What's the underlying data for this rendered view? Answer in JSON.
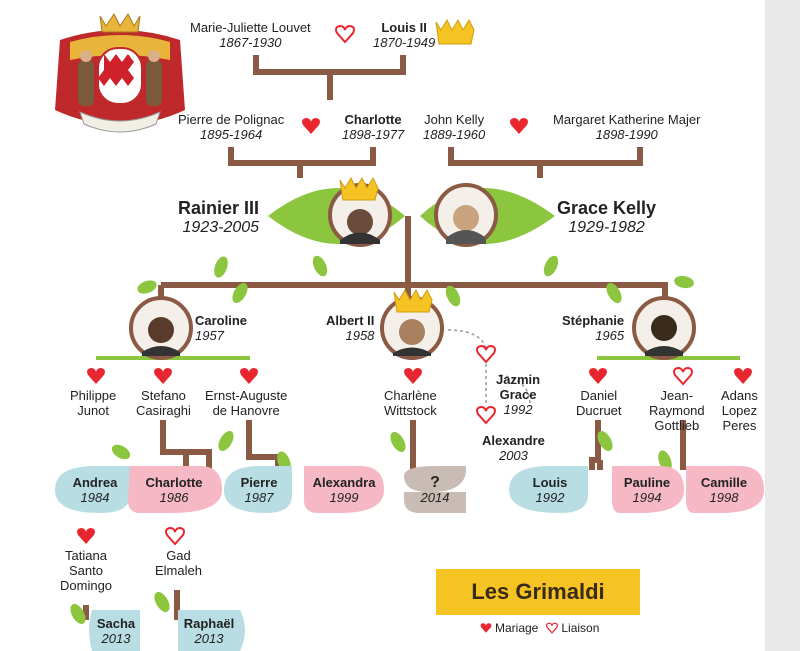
{
  "title": "Les Grimaldi",
  "legend": {
    "marriage": "Mariage",
    "liaison": "Liaison"
  },
  "gen1": {
    "left": {
      "name": "Marie-Juliette Louvet",
      "dates": "1867-1930"
    },
    "right": {
      "name": "Louis II",
      "dates": "1870-1949"
    }
  },
  "gen2": {
    "a": {
      "name": "Pierre de Polignac",
      "dates": "1895-1964"
    },
    "b": {
      "name": "Charlotte",
      "dates": "1898-1977"
    },
    "c": {
      "name": "John Kelly",
      "dates": "1889-1960"
    },
    "d": {
      "name": "Margaret Katherine Majer",
      "dates": "1898-1990"
    }
  },
  "gen3": {
    "rainier": {
      "name": "Rainier III",
      "dates": "1923-2005"
    },
    "grace": {
      "name": "Grace Kelly",
      "dates": "1929-1982"
    }
  },
  "gen4": {
    "caroline": {
      "name": "Caroline",
      "dates": "1957"
    },
    "albert": {
      "name": "Albert II",
      "dates": "1958"
    },
    "stephanie": {
      "name": "Stéphanie",
      "dates": "1965"
    }
  },
  "partners": {
    "philippe": [
      "Philippe",
      "Junot"
    ],
    "stefano": [
      "Stefano",
      "Casiraghi"
    ],
    "ernst": [
      "Ernst-Auguste",
      "de Hanovre"
    ],
    "charlene": [
      "Charlène",
      "Wittstock"
    ],
    "jazmin": {
      "name1": "Jazmin",
      "name2": "Grace",
      "dates": "1992"
    },
    "alexandre": {
      "name": "Alexandre",
      "dates": "2003"
    },
    "daniel": [
      "Daniel",
      "Ducruet"
    ],
    "jean": [
      "Jean-",
      "Raymond",
      "Gottlieb"
    ],
    "adans": [
      "Adans",
      "Lopez",
      "Peres"
    ]
  },
  "gen5": {
    "andrea": {
      "name": "Andrea",
      "dates": "1984"
    },
    "charlotte": {
      "name": "Charlotte",
      "dates": "1986"
    },
    "pierre": {
      "name": "Pierre",
      "dates": "1987"
    },
    "alexandra": {
      "name": "Alexandra",
      "dates": "1999"
    },
    "unknown": {
      "name": "?",
      "dates": "2014"
    },
    "louis": {
      "name": "Louis",
      "dates": "1992"
    },
    "pauline": {
      "name": "Pauline",
      "dates": "1994"
    },
    "camille": {
      "name": "Camille",
      "dates": "1998"
    }
  },
  "gen5partners": {
    "tatiana": [
      "Tatiana",
      "Santo",
      "Domingo"
    ],
    "gad": [
      "Gad",
      "Elmaleh"
    ]
  },
  "gen6": {
    "sacha": {
      "name": "Sacha",
      "dates": "2013"
    },
    "raphael": {
      "name": "Raphaël",
      "dates": "2013"
    }
  },
  "colors": {
    "trunk": "#8a5a44",
    "leaf": "#8cc63f",
    "heart": "#e8262f",
    "blue": "#b8dde3",
    "pink": "#f5b8c4",
    "gray": "#c8bcb4",
    "banner": "#f5c422"
  }
}
